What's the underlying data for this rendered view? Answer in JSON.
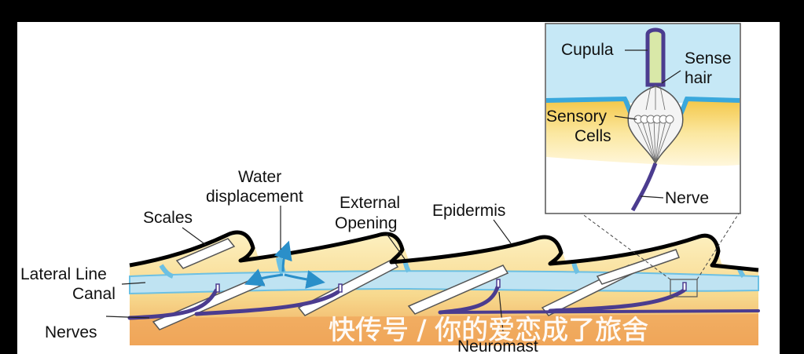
{
  "labels": {
    "cupula": "Cupula",
    "sense_hair_1": "Sense",
    "sense_hair_2": "hair",
    "sensory_cells_1": "Sensory",
    "sensory_cells_2": "Cells",
    "nerve": "Nerve",
    "water_displacement_1": "Water",
    "water_displacement_2": "displacement",
    "external_opening_1": "External",
    "external_opening_2": "Opening",
    "scales": "Scales",
    "epidermis": "Epidermis",
    "lateral_line_canal_1": "Lateral Line",
    "lateral_line_canal_2": "Canal",
    "nerves": "Nerves",
    "neuromast": "Neuromast"
  },
  "watermark": "快传号 / 你的爱恋成了旅舍",
  "colors": {
    "background": "#000000",
    "panel": "#ffffff",
    "epidermis_fill": "#fbe7a6",
    "dermis": "#f3c97a",
    "deep_tissue": "#f0a85a",
    "canal": "#bfe3f2",
    "canal_edge": "#5ab6e0",
    "nerve": "#4b3c8f",
    "outline": "#000000",
    "water_arrows": "#2a8fc9"
  }
}
